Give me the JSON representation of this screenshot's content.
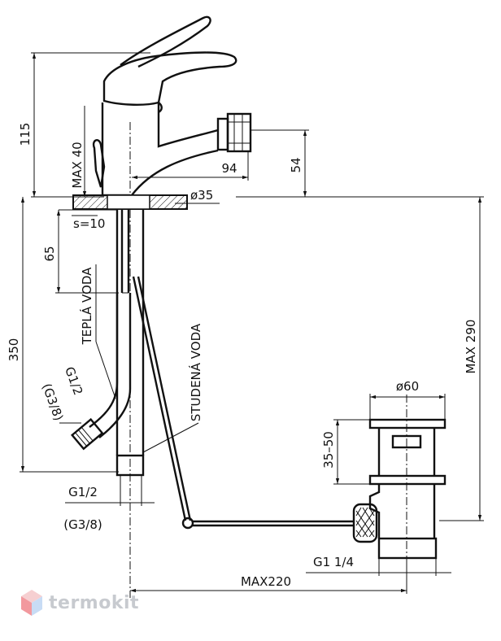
{
  "dimensions": {
    "height_total": "115",
    "max_40": "MAX 40",
    "d_54": "54",
    "d_94": "94",
    "phi_35": "ø35",
    "s_10": "s=10",
    "d_65": "65",
    "d_350": "350",
    "max_290": "MAX 290",
    "phi_60": "ø60",
    "d_35_50": "35–50",
    "g12_main": "G1/2",
    "g38_main": "(G3/8)",
    "g12_side": "G1/2",
    "g38_side": "(G3/8)",
    "g1_14": "G1 1/4",
    "max_220": "MAX220"
  },
  "labels": {
    "hot_water": "TEPLÁ VODA",
    "cold_water": "STUDENÁ VODA"
  },
  "watermark": {
    "brand": "termokit",
    "logo_colors": [
      "#e8464f",
      "#3b7fd9",
      "#f0a9ad",
      "#9cc0ee"
    ]
  }
}
